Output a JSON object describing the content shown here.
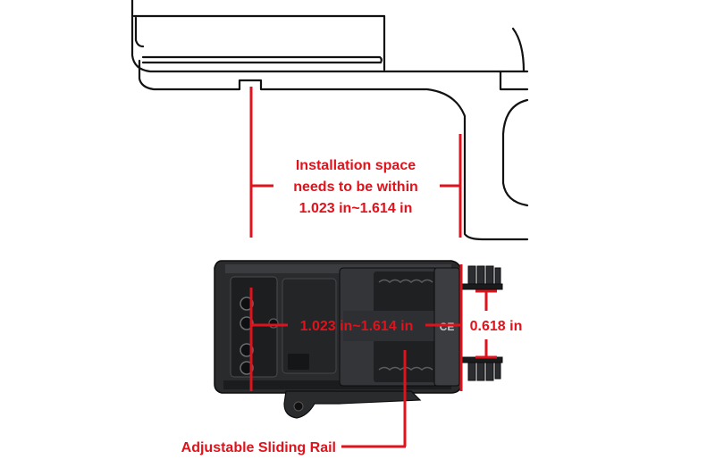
{
  "annotations": {
    "install_line1": "Installation space",
    "install_line2": "needs to be within",
    "install_line3": "1.023 in~1.614 in",
    "inner_width": "1.023 in~1.614 in",
    "height": "0.618 in",
    "rail_label": "Adjustable Sliding Rail"
  },
  "colors": {
    "annotation_red": "#e0121b",
    "outline": "#111111",
    "device_body": "#2a2b2d",
    "device_dark": "#141516",
    "device_light": "#4a4c50"
  },
  "icons": {
    "ce_mark": "ce-mark-icon"
  }
}
